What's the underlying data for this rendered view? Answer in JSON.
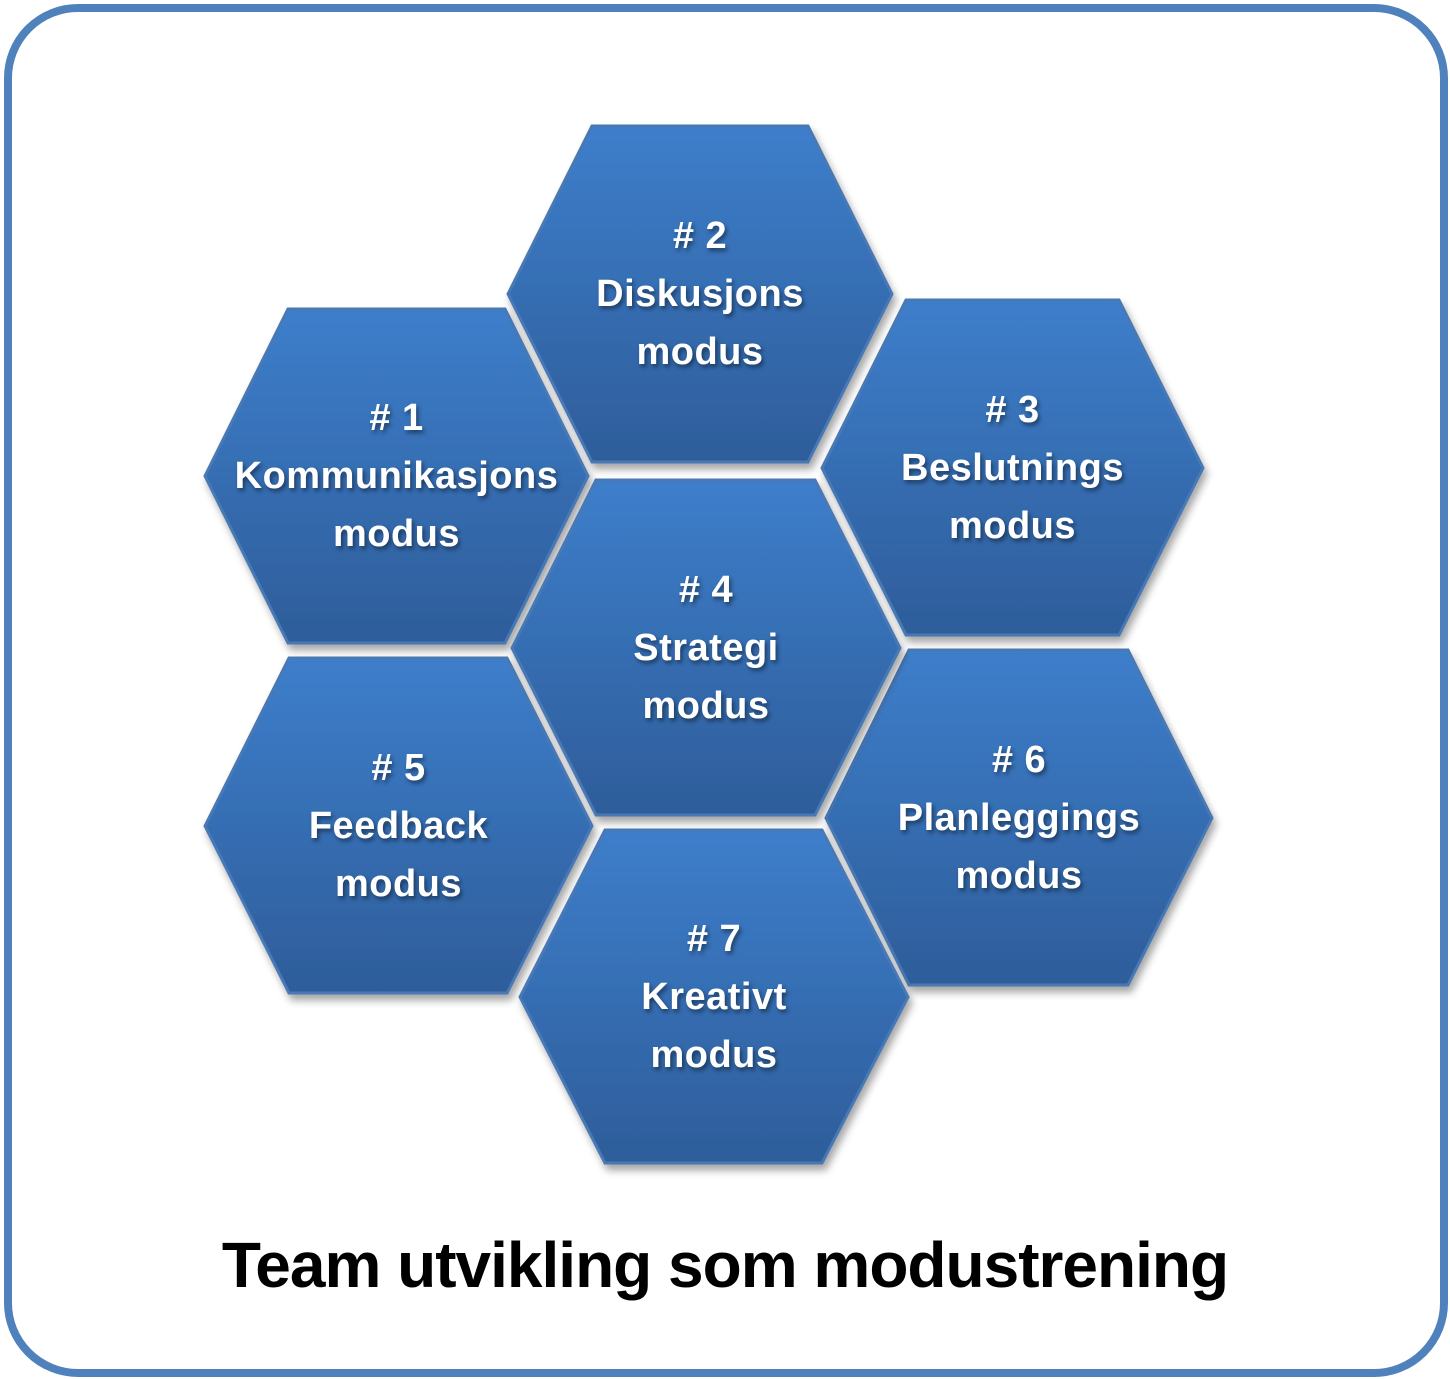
{
  "diagram": {
    "title": "Team utvikling som modustrening",
    "colors": {
      "frame_border": "#4f81bd",
      "hex_fill_top": "#3d7ecb",
      "hex_fill_bottom": "#2e5d9a",
      "hex_stroke": "#4a79b5",
      "text": "#ffffff",
      "title_text": "#000000"
    },
    "hexagons": [
      {
        "id": "hex-1",
        "number": "# 1",
        "name": "Kommunikasjons",
        "suffix": "modus"
      },
      {
        "id": "hex-2",
        "number": "# 2",
        "name": "Diskusjons",
        "suffix": "modus"
      },
      {
        "id": "hex-3",
        "number": "# 3",
        "name": "Beslutnings",
        "suffix": "modus"
      },
      {
        "id": "hex-4",
        "number": "# 4",
        "name": "Strategi",
        "suffix": "modus"
      },
      {
        "id": "hex-5",
        "number": "# 5",
        "name": "Feedback",
        "suffix": "modus"
      },
      {
        "id": "hex-6",
        "number": "# 6",
        "name": "Planleggings",
        "suffix": "modus"
      },
      {
        "id": "hex-7",
        "number": "# 7",
        "name": "Kreativt",
        "suffix": "modus"
      }
    ]
  }
}
